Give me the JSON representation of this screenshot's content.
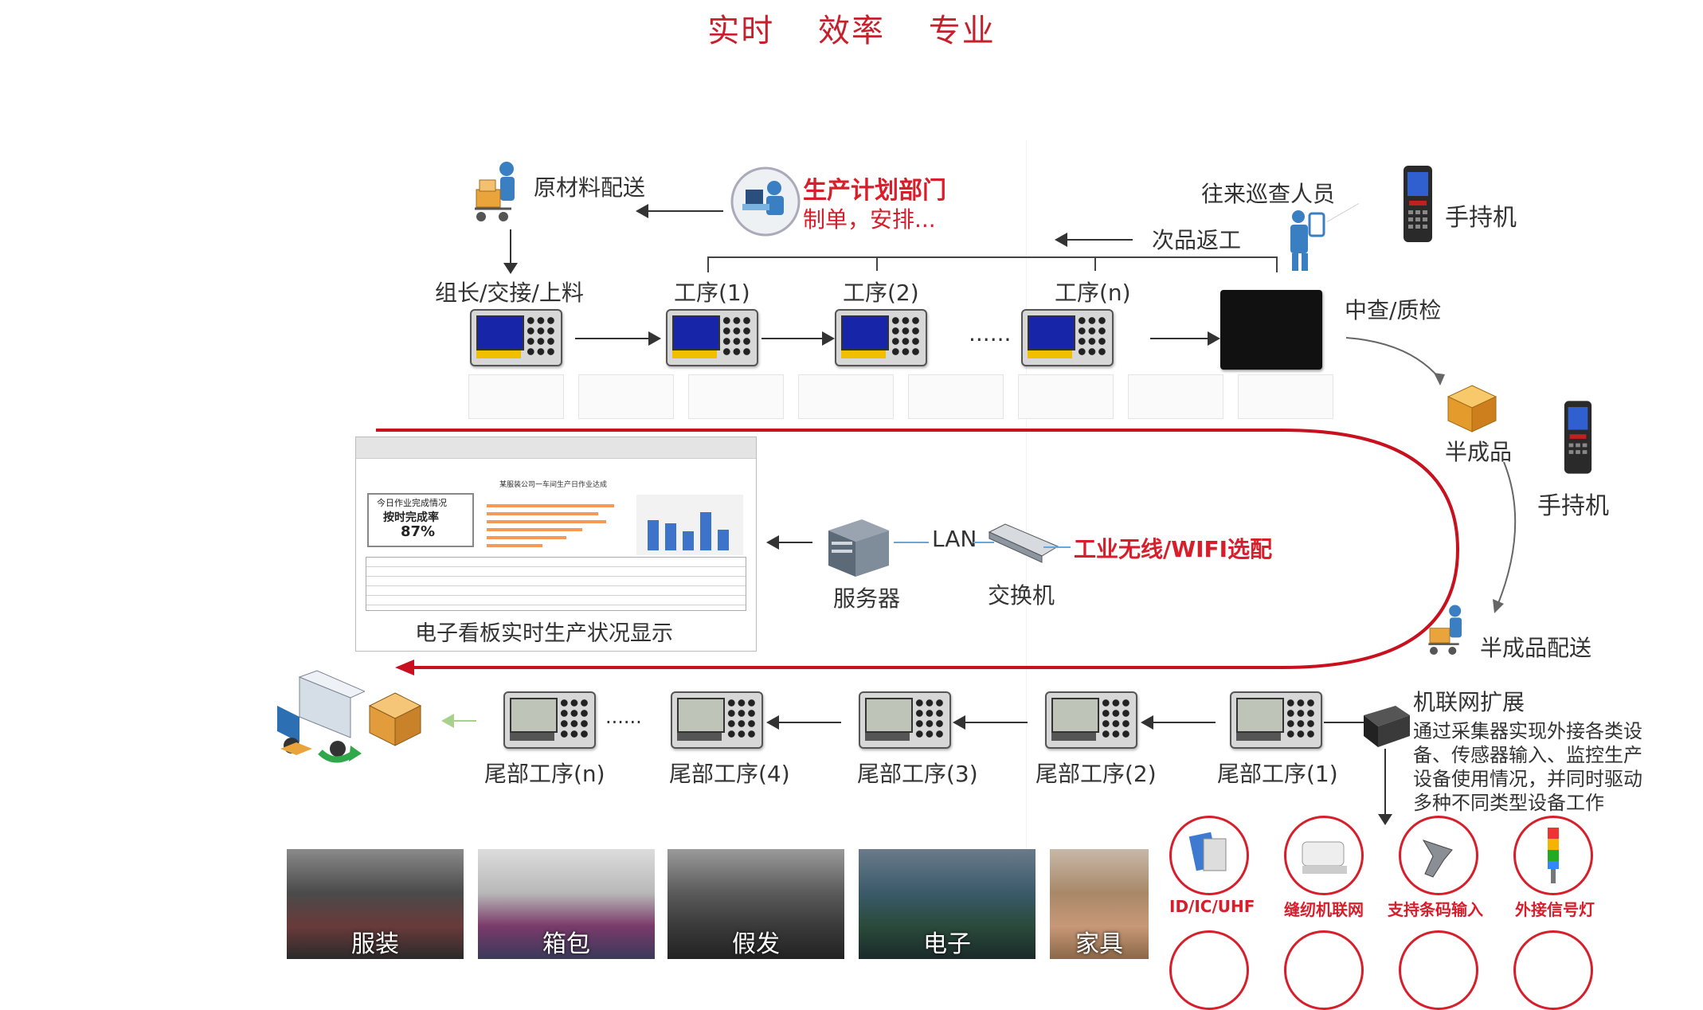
{
  "headline": "实时 效率 专业",
  "top": {
    "raw_material": "原材料配送",
    "dept_title": "生产计划部门",
    "dept_sub": "制单，安排...",
    "inspector": "往来巡查人员",
    "handheld": "手持机",
    "rework": "次品返工"
  },
  "line1": {
    "stations": [
      "组长/交接/上料",
      "工序(1)",
      "工序(2)",
      "工序(n)"
    ],
    "dots": "......",
    "qc": "中查/质检"
  },
  "right": {
    "semi": "半成品",
    "handheld": "手持机",
    "semi_delivery": "半成品配送"
  },
  "network": {
    "lan": "LAN",
    "server": "服务器",
    "switch": "交换机",
    "wifi": "工业无线/WIFI选配"
  },
  "board": {
    "caption": "电子看板实时生产状况显示",
    "title": "某服装公司一车间生产日作业达成",
    "kpi_title": "今日作业完成情况",
    "kpi_sub": "按时完成率",
    "kpi_value": "87%"
  },
  "iot": {
    "title": "机联网扩展",
    "desc": [
      "通过采集器实现外接各类设",
      "备、传感器输入、监控生产",
      "设备使用情况，并同时驱动",
      "多种不同类型设备工作"
    ],
    "items": [
      "ID/IC/UHF",
      "缝纫机联网",
      "支持条码输入",
      "外接信号灯"
    ]
  },
  "line2": {
    "stations": [
      "尾部工序(n)",
      "尾部工序(4)",
      "尾部工序(3)",
      "尾部工序(2)",
      "尾部工序(1)"
    ],
    "dots": "......"
  },
  "industries": [
    "服装",
    "箱包",
    "假发",
    "电子",
    "家具"
  ],
  "colors": {
    "accent": "#d81e2b",
    "screen": "#1726a8"
  }
}
